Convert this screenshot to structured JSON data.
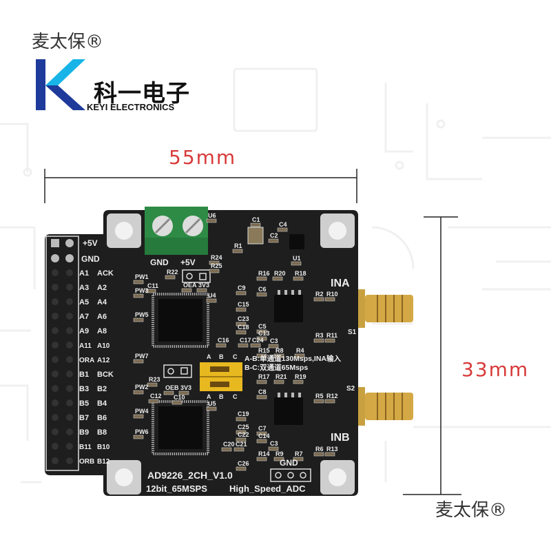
{
  "brand": {
    "watermark_top": "麦太保®",
    "watermark_bottom": "麦太保®",
    "logo_letter": "K",
    "company_cn": "科一电子",
    "company_en": "KEYI ELECTRONICS"
  },
  "dimensions": {
    "width": "55mm",
    "height": "33mm"
  },
  "colors": {
    "pcb": "#1e1e1e",
    "silkscreen": "#eeeeee",
    "terminal": "#2e8b46",
    "jumper": "#e8b820",
    "sma_gold": "#c8a040",
    "dimension_text": "#d83a3a",
    "logo_blue": "#1e3a9a",
    "logo_cyan": "#18b4e8"
  },
  "board": {
    "name": "AD9226_2CH_V1.0",
    "spec": "12bit_65MSPS",
    "subtitle": "High_Speed_ADC",
    "power_header": {
      "label_5v": "+5V",
      "label_gnd": "GND"
    },
    "terminal_labels": {
      "gnd": "GND",
      "v5": "+5V"
    },
    "header_rows": [
      [
        "A1",
        "ACK"
      ],
      [
        "A3",
        "A2"
      ],
      [
        "A5",
        "A4"
      ],
      [
        "A7",
        "A6"
      ],
      [
        "A9",
        "A8"
      ],
      [
        "A11",
        "A10"
      ],
      [
        "ORA",
        "A12"
      ],
      [
        "B1",
        "BCK"
      ],
      [
        "B3",
        "B2"
      ],
      [
        "B5",
        "B4"
      ],
      [
        "B7",
        "B6"
      ],
      [
        "B9",
        "B8"
      ],
      [
        "B11",
        "B10"
      ],
      [
        "ORB",
        "B12"
      ]
    ],
    "inputs": {
      "ina": "INA",
      "inb": "INB",
      "s1": "S1",
      "s2": "S2"
    },
    "jumper_note_1": "A-B:单通道130Msps,INA输入",
    "jumper_note_2": "B-C:双通道65Msps",
    "jumper_letters": [
      "A",
      "B",
      "C"
    ],
    "gnd_pins_label": "GND",
    "component_labels": [
      "U6",
      "C1",
      "C4",
      "C2",
      "R1",
      "U1",
      "R24",
      "R25",
      "R22",
      "OEA",
      "3V3",
      "PW1",
      "PW3",
      "PW5",
      "PW7",
      "PW2",
      "PW4",
      "PW6",
      "C11",
      "U4",
      "C9",
      "C15",
      "C23",
      "C18",
      "C16",
      "C17",
      "C24",
      "C6",
      "C5",
      "C13",
      "C3",
      "R16",
      "R20",
      "R18",
      "R2",
      "R10",
      "R3",
      "R11",
      "R15",
      "R8",
      "R4",
      "R23",
      "OEB",
      "3V3",
      "C12",
      "C10",
      "U5",
      "C19",
      "C25",
      "C22",
      "C20",
      "C21",
      "C26",
      "C8",
      "C7",
      "C14",
      "C3",
      "R17",
      "R21",
      "R19",
      "R5",
      "R12",
      "R6",
      "R13",
      "R14",
      "R9",
      "R7"
    ]
  }
}
